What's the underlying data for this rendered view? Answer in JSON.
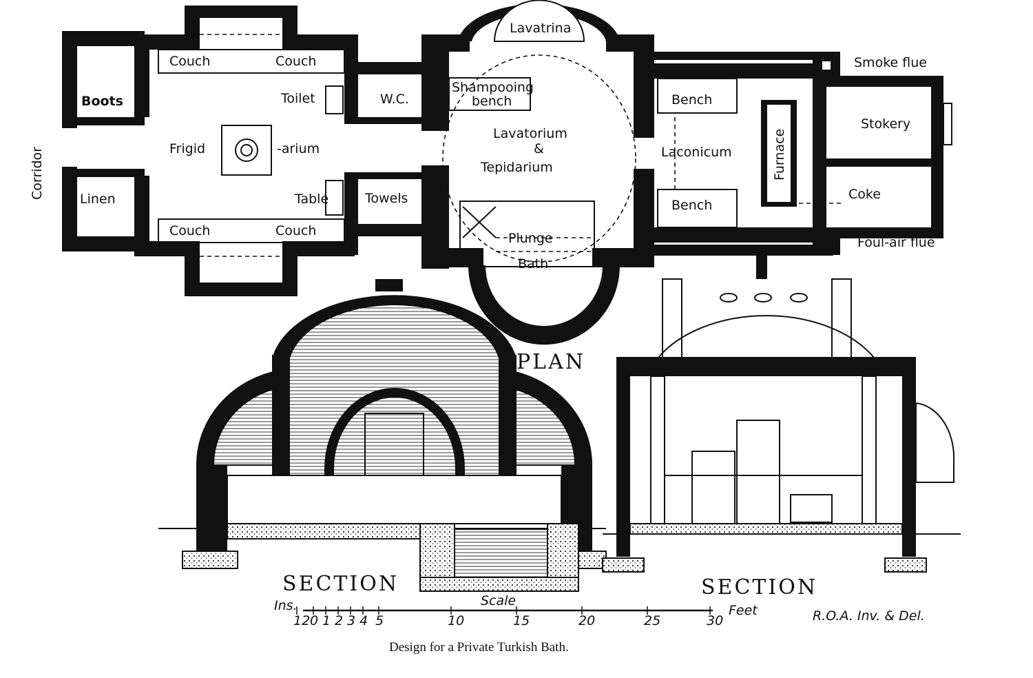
{
  "title": "Design for a Private Turkish Bath.",
  "plan": {
    "heading": "PLAN",
    "rooms": {
      "corridor": "Corridor",
      "boots": "Boots",
      "linen": "Linen",
      "couch_tl": "Couch",
      "couch_tr": "Couch",
      "couch_bl": "Couch",
      "couch_br": "Couch",
      "frigid": "Frigid",
      "arium": "-arium",
      "toilet": "Toilet",
      "wc": "W.C.",
      "table": "Table",
      "towels": "Towels",
      "lavatrina": "Lavatrina",
      "shampooing_1": "Shampooing",
      "shampooing_2": "bench",
      "lavatorium": "Lavatorium",
      "amp": "&",
      "tepidarium": "Tepidarium",
      "plunge": "Plunge",
      "bath": "Bath",
      "bench_top": "Bench",
      "bench_bottom": "Bench",
      "laconicum": "Laconicum",
      "furnace": "Furnace",
      "stokery": "Stokery",
      "coke": "Coke",
      "smoke_flue": "Smoke flue",
      "foul_air_flue": "Foul-air flue"
    }
  },
  "sections": {
    "left": "SECTION",
    "right": "SECTION"
  },
  "scale": {
    "title": "Scale",
    "inches_label": "Ins.",
    "unit": "Feet",
    "ticks": [
      "12",
      "0",
      "1",
      "2",
      "3",
      "4",
      "5",
      "10",
      "15",
      "20",
      "25",
      "30"
    ]
  },
  "signature": "R.O.A. Inv. & Del."
}
